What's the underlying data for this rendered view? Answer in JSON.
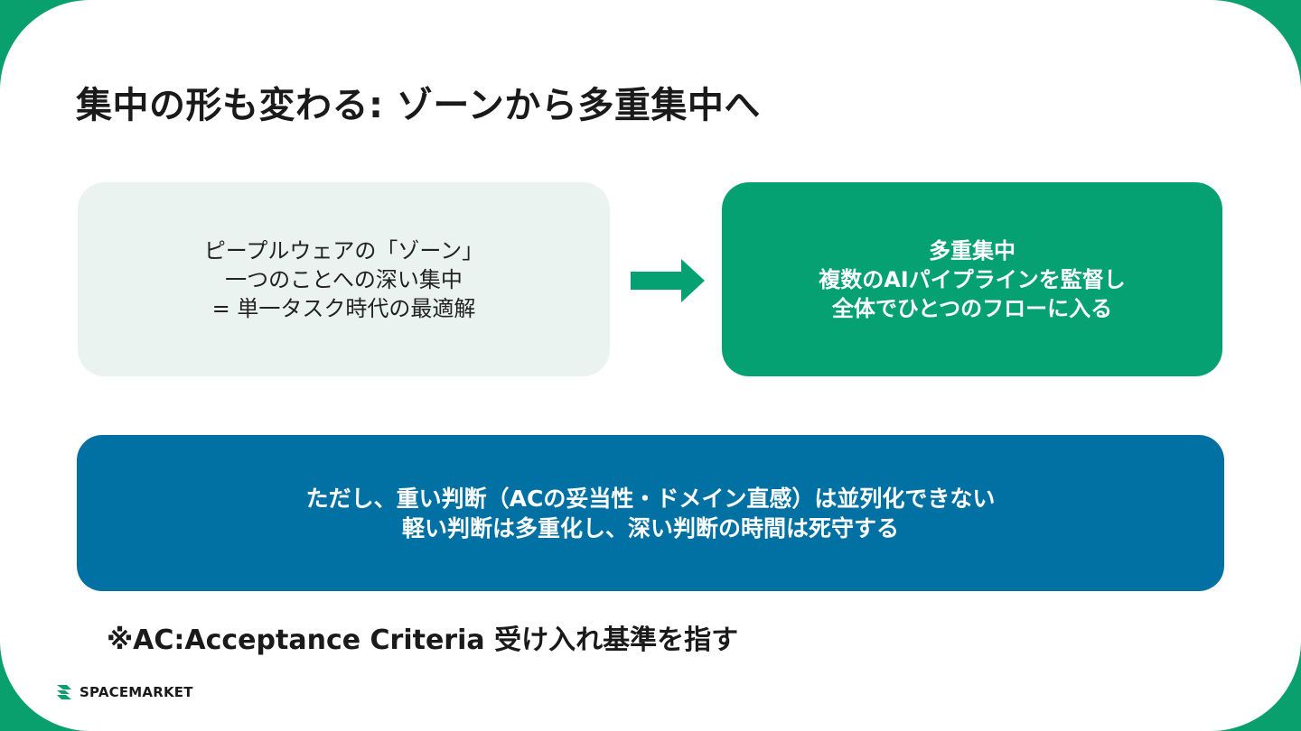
{
  "slide": {
    "title": "集中の形も変わる: ゾーンから多重集中へ",
    "left_box": {
      "lines": [
        "ピープルウェアの「ゾーン」",
        "一つのことへの深い集中",
        "= 単一タスク時代の最適解"
      ]
    },
    "right_box": {
      "lines": [
        "多重集中",
        "複数のAIパイプラインを監督し",
        "全体でひとつのフローに入る"
      ]
    },
    "bottom_box": {
      "lines": [
        "ただし、重い判断（ACの妥当性・ドメイン直感）は並列化できない",
        "軽い判断は多重化し、深い判断の時間は死守する"
      ]
    },
    "footnote": "※AC:Acceptance Criteria 受け入れ基準を指す",
    "logo": {
      "text": "SPACEMARKET",
      "icon": "spacemarket-logo-icon"
    },
    "arrow_icon": "right-arrow-icon",
    "colors": {
      "frame": "#0aa06e",
      "left_box_bg": "#eaf3f0",
      "right_box_bg": "#05a173",
      "bottom_box_bg": "#0071a2",
      "arrow": "#05a173"
    }
  }
}
